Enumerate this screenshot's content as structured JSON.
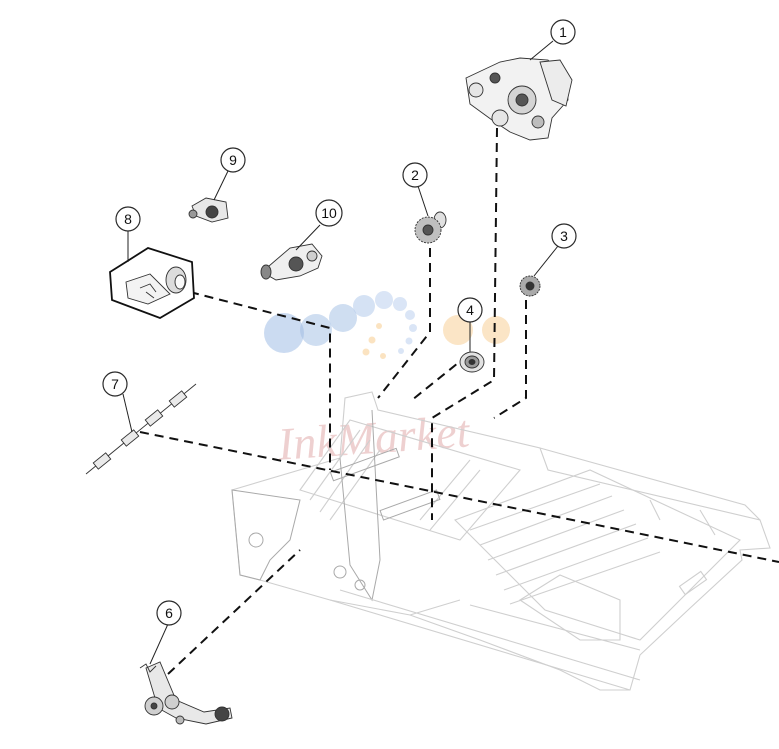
{
  "callouts": [
    {
      "id": 1,
      "label": "1"
    },
    {
      "id": 2,
      "label": "2"
    },
    {
      "id": 3,
      "label": "3"
    },
    {
      "id": 4,
      "label": "4"
    },
    {
      "id": 6,
      "label": "6"
    },
    {
      "id": 7,
      "label": "7"
    },
    {
      "id": 8,
      "label": "8"
    },
    {
      "id": 9,
      "label": "9"
    },
    {
      "id": 10,
      "label": "10"
    }
  ],
  "watermark": {
    "text": "InkMarket",
    "dot_colors": [
      "#7fa6dc",
      "#f5c27a",
      "#a9c3ea"
    ],
    "text_color": "#e8b9b9"
  }
}
